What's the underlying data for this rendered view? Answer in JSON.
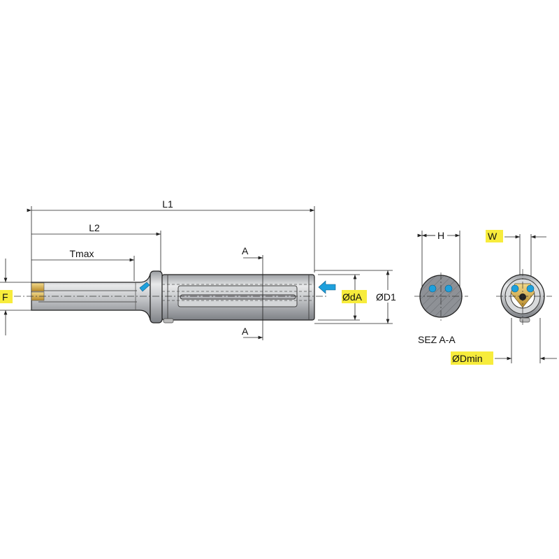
{
  "labels": {
    "L1": "L1",
    "L2": "L2",
    "Tmax": "Tmax",
    "section_top": "A",
    "section_bottom": "A",
    "dA": "ØdA",
    "D1": "ØD1",
    "F": "F",
    "H": "H",
    "W": "W",
    "section_title": "SEZ A-A",
    "Dmin": "ØDmin"
  },
  "colors": {
    "highlight": "#f7ec3c",
    "coolant": "#1ea0dc",
    "insert": "#d9b24a",
    "steel": "#c9cbce"
  }
}
